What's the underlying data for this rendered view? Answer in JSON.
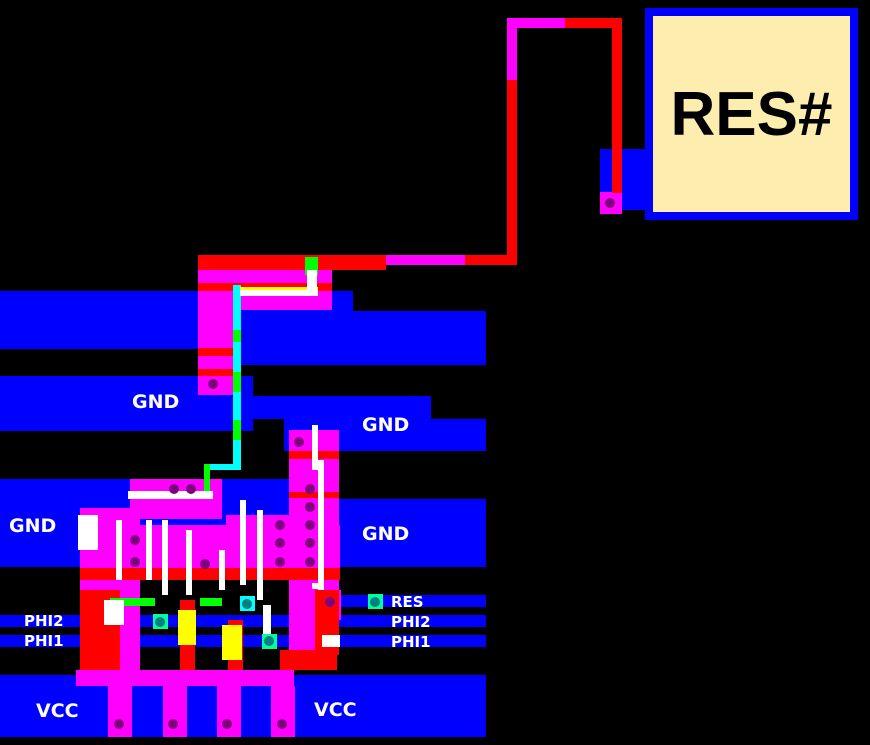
{
  "title": "Chip layout view - RES# pad",
  "pad": {
    "label": "RES#"
  },
  "nets": {
    "gnd_1": "GND",
    "gnd_2": "GND",
    "gnd_3": "GND",
    "gnd_4": "GND",
    "res": "RES",
    "phi2_left": "PHI2",
    "phi2_right": "PHI2",
    "phi1_left": "PHI1",
    "phi1_right": "PHI1",
    "vcc_left": "VCC",
    "vcc_right": "VCC"
  },
  "colors": {
    "metal": "#0000ff",
    "poly": "#ff0000",
    "diffusion": "#ff00ff",
    "buried": "#00ffff",
    "pad_fill": "#fdeeb0",
    "contact": "#800080"
  }
}
